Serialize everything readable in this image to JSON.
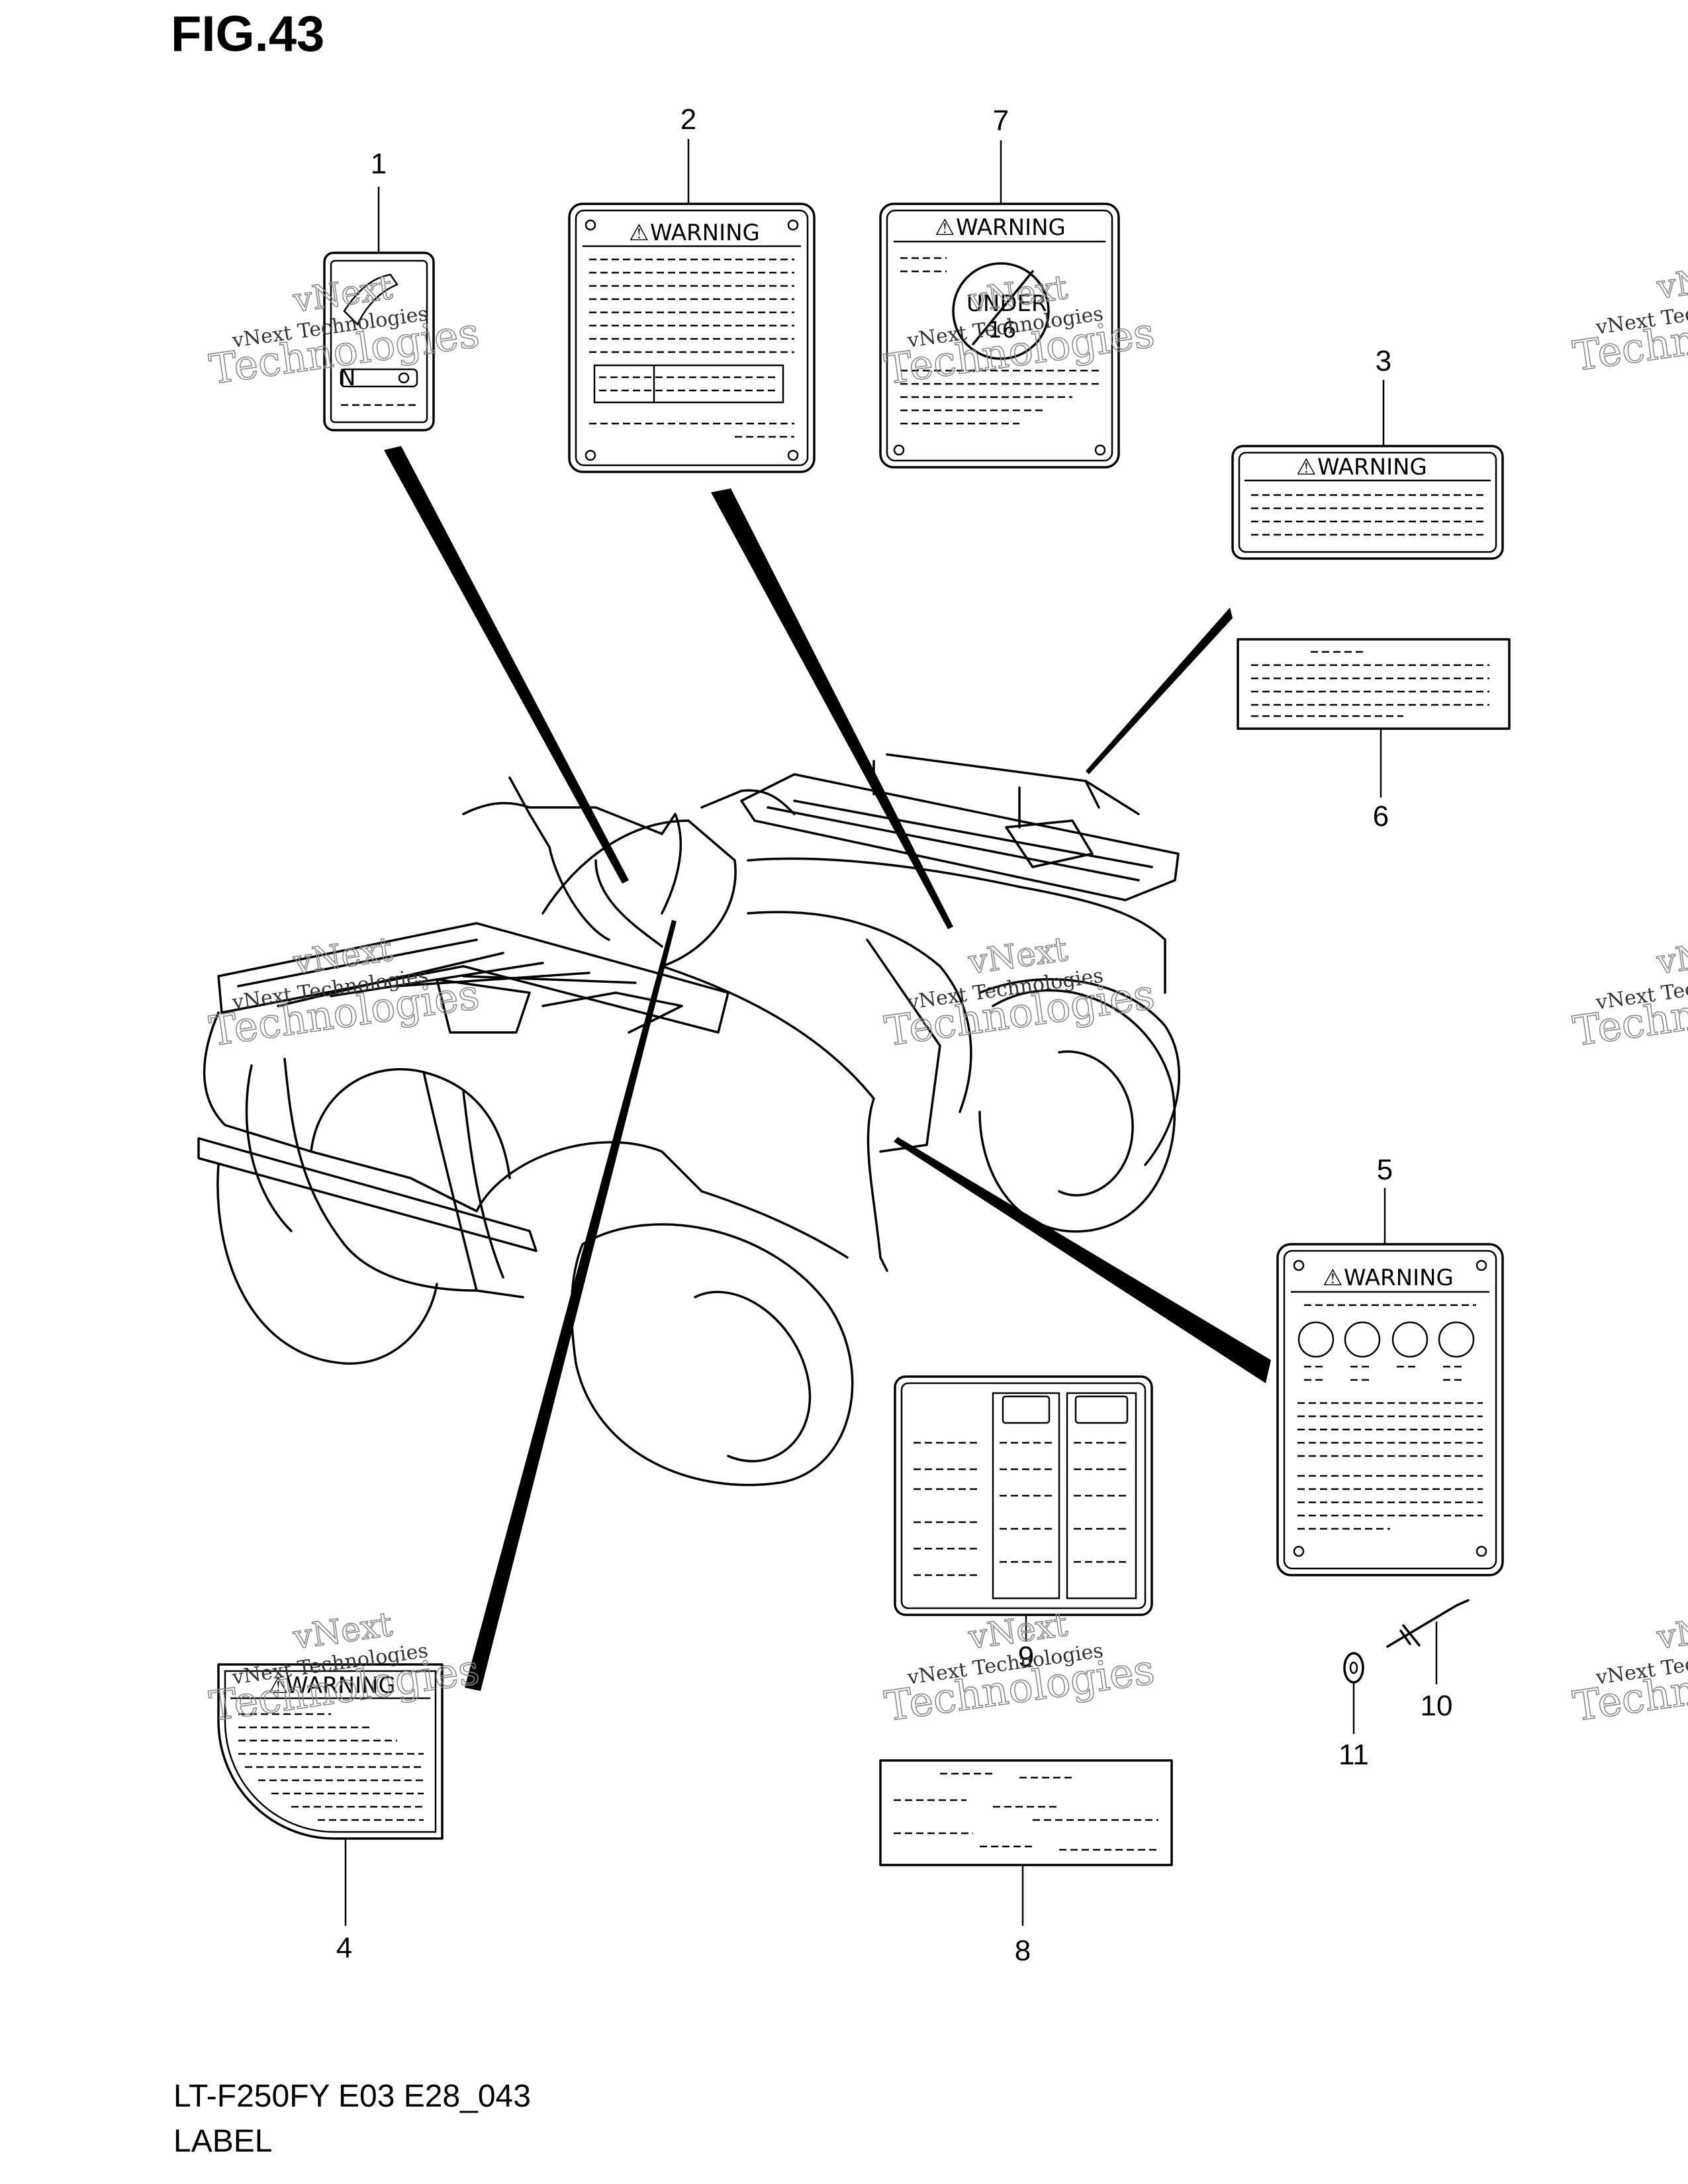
{
  "figure": {
    "title": "FIG.43"
  },
  "footer": {
    "model_code": "LT-F250FY E03 E28_043",
    "section": "LABEL"
  },
  "callouts": [
    "1",
    "2",
    "3",
    "4",
    "5",
    "6",
    "7",
    "8",
    "9",
    "10",
    "11"
  ],
  "label_text": {
    "warning": "WARNING",
    "age_text_1": "UNDER",
    "age_text_2": "16"
  },
  "watermark": {
    "line1": "vNext Technologies",
    "line2": "vNext",
    "line3": "Technologies"
  }
}
